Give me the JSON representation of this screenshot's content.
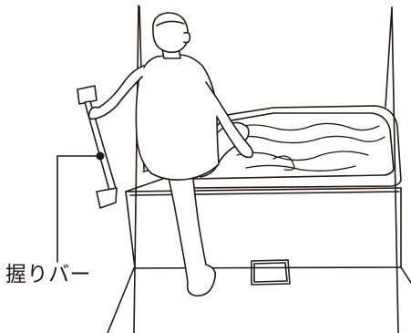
{
  "callout": {
    "label": "握りバー"
  },
  "colors": {
    "line": "#231815",
    "background": "#ffffff",
    "fill": "#ffffff"
  },
  "illustration": {
    "subject": "person-stepping-into-bathtub-holding-grab-bar",
    "elements": [
      "room-corner",
      "bathtub",
      "bath-water",
      "grab-bar",
      "person",
      "drain-cover"
    ]
  }
}
